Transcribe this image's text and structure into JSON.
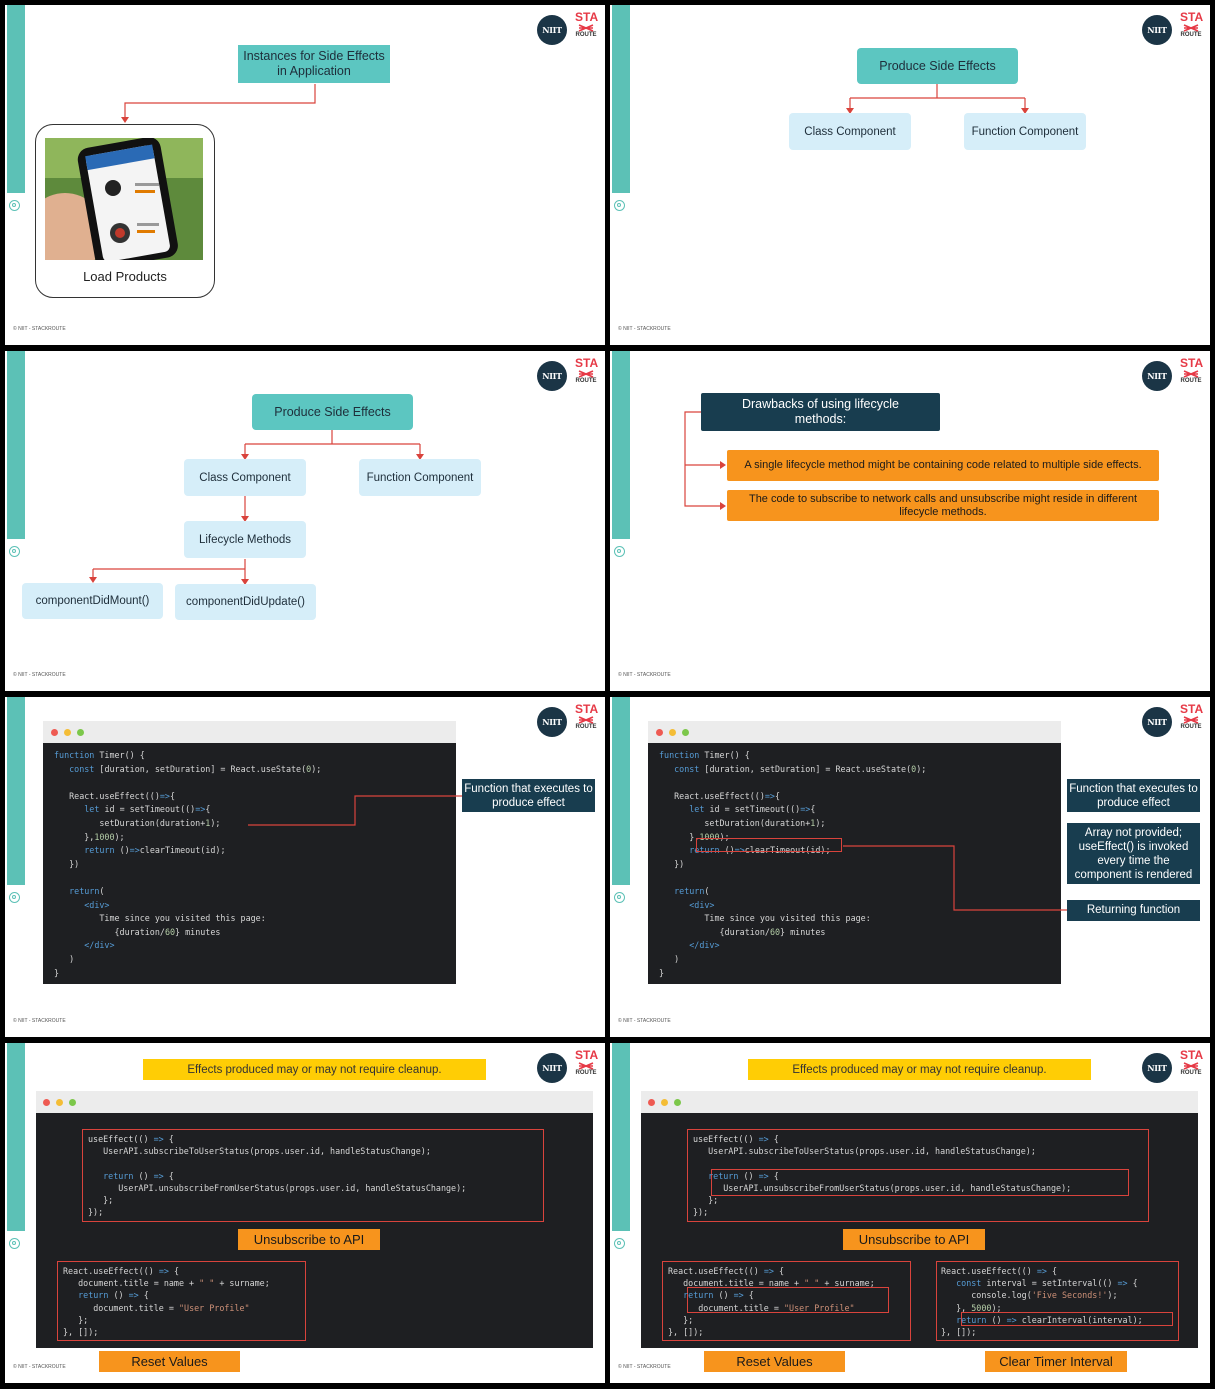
{
  "footer": "© NIIT - STACKROUTE",
  "logo": {
    "niit": "NIIT",
    "sta": "STA",
    "route": "ROUTE"
  },
  "colors": {
    "teal": "#5cc6c1",
    "light_blue": "#d6eef9",
    "navy": "#183d4f",
    "orange": "#f7941d",
    "yellow": "#ffcd05",
    "connector": "#d9433c"
  },
  "slide1": {
    "title": "Instances for Side Effects in Application",
    "card_label": "Load Products"
  },
  "slide2": {
    "root": "Produce Side Effects",
    "class_component": "Class Component",
    "function_component": "Function Component"
  },
  "slide3": {
    "root": "Produce Side Effects",
    "class_component": "Class Component",
    "function_component": "Function Component",
    "lifecycle": "Lifecycle Methods",
    "did_mount": "componentDidMount()",
    "did_update": "componentDidUpdate()"
  },
  "slide4": {
    "header": "Drawbacks of using lifecycle methods:",
    "point1": "A single lifecycle method might be containing code related to multiple side effects.",
    "point2": "The code to subscribe to network calls and unsubscribe might reside in different lifecycle methods."
  },
  "slide5": {
    "callout": "Function that executes to produce effect"
  },
  "slide6": {
    "callout1": "Function that executes to produce effect",
    "callout2": "Array not provided; useEffect() is invoked every time the component is rendered",
    "callout3": "Returning function"
  },
  "slide7": {
    "banner": "Effects produced may or may not require cleanup.",
    "label1": "Unsubscribe to API",
    "label2": "Reset Values"
  },
  "slide8": {
    "banner": "Effects produced may or may not require cleanup.",
    "label1": "Unsubscribe to API",
    "label2": "Reset Values",
    "label3": "Clear Timer Interval"
  }
}
